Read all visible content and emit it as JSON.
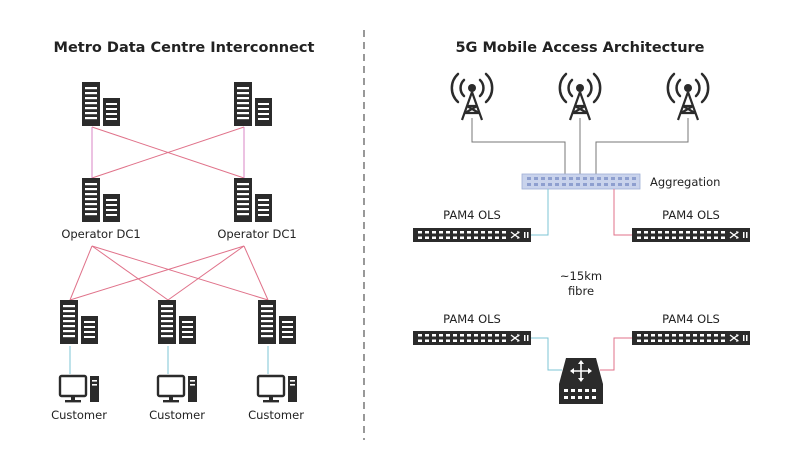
{
  "left_panel": {
    "title": "Metro Data Centre Interconnect",
    "dc_left_label": "Operator DC1",
    "dc_right_label": "Operator DC1",
    "customer_labels": [
      "Customer",
      "Customer",
      "Customer"
    ]
  },
  "right_panel": {
    "title": "5G Mobile Access Architecture",
    "aggregation_label": "Aggregation",
    "ols_labels": [
      "PAM4 OLS",
      "PAM4 OLS",
      "PAM4 OLS",
      "PAM4 OLS"
    ],
    "fibre_label_line1": "~15km",
    "fibre_label_line2": "fibre"
  },
  "colors": {
    "red_link": "#e0728a",
    "cyan_link": "#7cc4d4",
    "gray_link": "#777777",
    "pink_link": "#d884c6",
    "icon_dark": "#2b2b2b",
    "aggregation_switch": "#c9d3ec"
  }
}
